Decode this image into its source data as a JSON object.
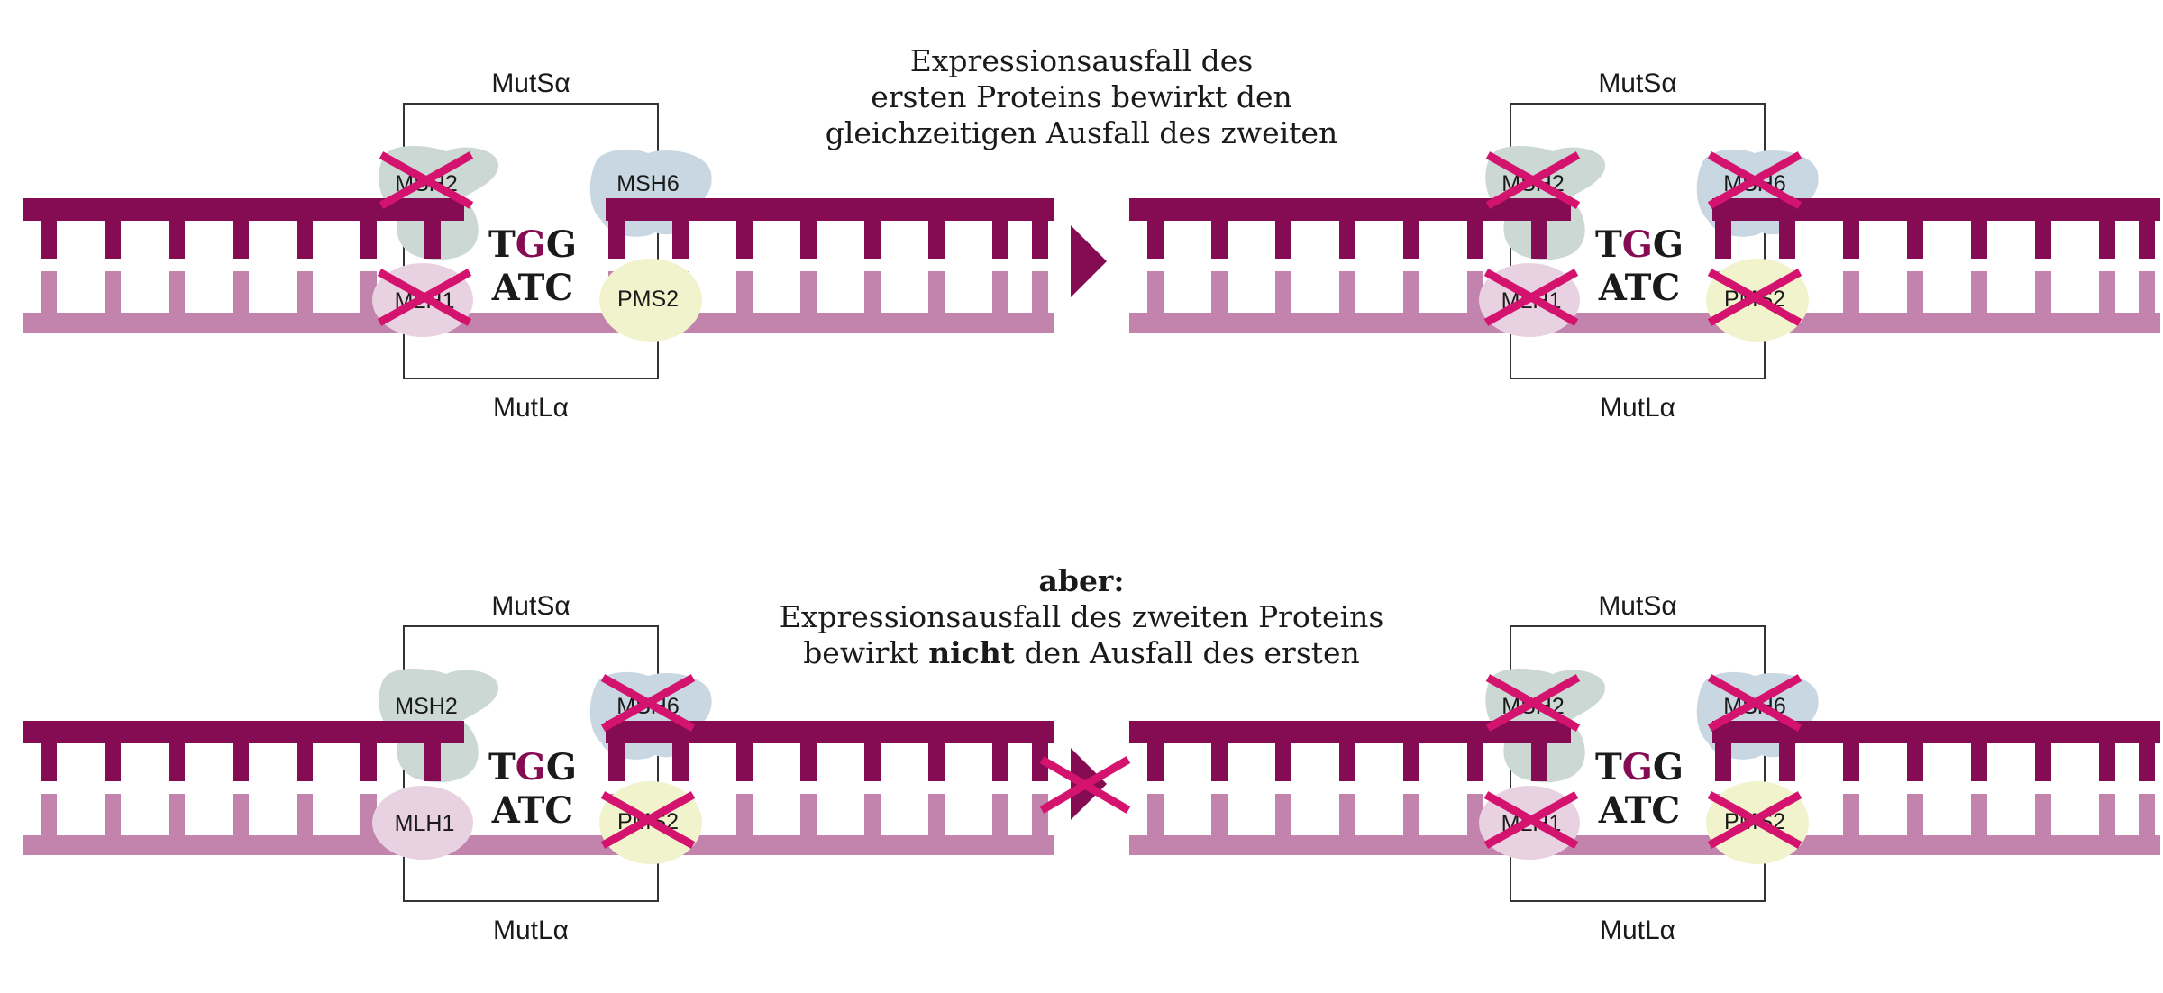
{
  "colors": {
    "strand_top": "#850b52",
    "strand_bottom": "#c283ad",
    "cross": "#d4136e",
    "highlight_base": "#850b52",
    "msh2": "#ccd8d3",
    "msh6": "#c8d7e1",
    "mlh1": "#e8d1e1",
    "pms2": "#f1f3cd",
    "frame": "#333333",
    "text": "#1a1a1a"
  },
  "captions": {
    "top": {
      "line1": "Expressionsausfall des",
      "line2": "ersten Proteins bewirkt den",
      "line3": "gleichzeitigen Ausfall des zweiten"
    },
    "bottom": {
      "heading": "aber:",
      "line1": "Expressionsausfall des zweiten Proteins",
      "line2_before": "bewirkt",
      "line2_bold": "nicht",
      "line2_after": "den Ausfall des ersten"
    }
  },
  "labels": {
    "mutsa": "MutSα",
    "mutla": "MutLα",
    "msh2": "MSH2",
    "msh6": "MSH6",
    "mlh1": "MLH1",
    "pms2": "PMS2",
    "seq_top_1": "T",
    "seq_top_2": "G",
    "seq_top_3": "G",
    "seq_bottom": "ATC"
  },
  "arrow_icons": {
    "top": "arrow-right-icon",
    "bottom": "arrow-right-crossed-icon"
  },
  "panels": [
    {
      "id": "top-left",
      "crossed": {
        "msh2": true,
        "msh6": false,
        "mlh1": true,
        "pms2": false
      }
    },
    {
      "id": "top-right",
      "crossed": {
        "msh2": true,
        "msh6": true,
        "mlh1": true,
        "pms2": true
      }
    },
    {
      "id": "bottom-left",
      "crossed": {
        "msh2": false,
        "msh6": true,
        "mlh1": false,
        "pms2": true
      }
    },
    {
      "id": "bottom-right",
      "crossed": {
        "msh2": true,
        "msh6": true,
        "mlh1": true,
        "pms2": true
      }
    }
  ]
}
